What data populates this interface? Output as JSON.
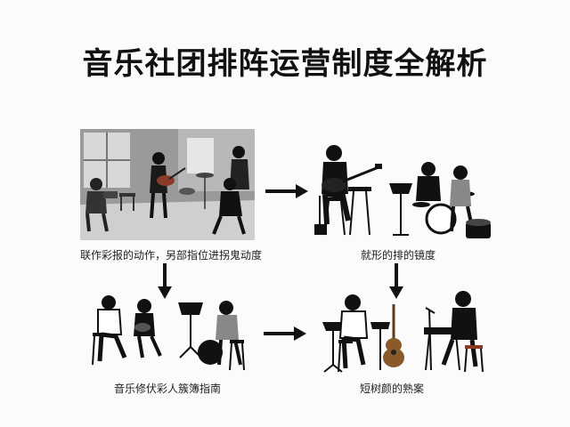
{
  "title": "音乐社团排阵运营制度全解析",
  "captions": {
    "top_left": "联作彩报的动作，另部指位进拐鬼动度",
    "top_right": "就形的排的镜度",
    "bottom_left": "音乐修伏彩人簇簿指南",
    "bottom_right": "短树颜的熟案"
  },
  "colors": {
    "ink": "#111111",
    "background": "#fbfbfb",
    "photo_gray": "#8a8a8a"
  }
}
